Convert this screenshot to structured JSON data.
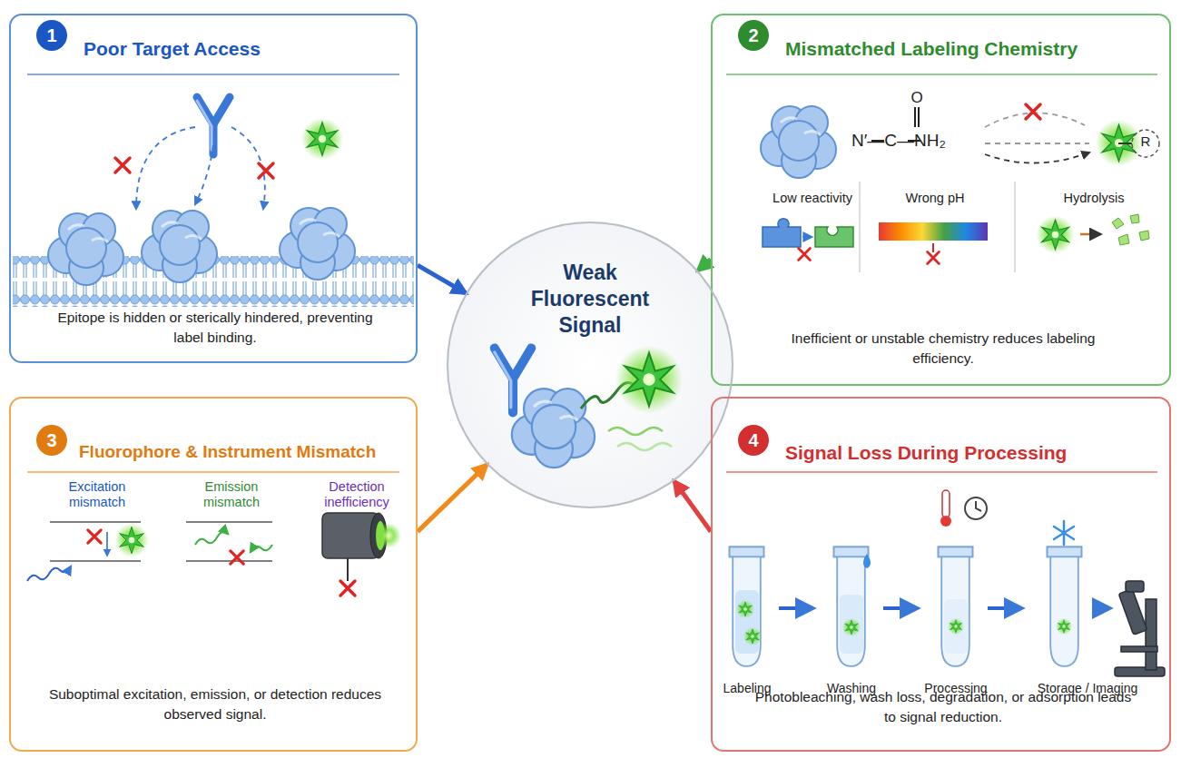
{
  "diagram": {
    "nodes": [
      {
        "text": [
          "Poor Target Access",
          "Epitope is hidden or sterically hindered, preventing label binding."
        ]
      },
      {
        "text": [
          "Mismatched Labeling Chemistry",
          "Inefficient or unstable chemistry reduces labeling efficiency."
        ]
      },
      {
        "text": [
          "Weak Fluorescent Signal"
        ]
      },
      {
        "text": [
          "Fluorophore & Instrument Mismatch",
          "Suboptimal excitation, emission, or detection reduces observed signal."
        ]
      },
      {
        "text": [
          "Signal Loss During Processing",
          "Photobleaching, wash loss, degradation, or adsorption leads to signal reduction."
        ]
      }
    ],
    "edges": [
      {
        "from": 0,
        "to": 2,
        "arrow": "to"
      },
      {
        "from": 1,
        "to": 2,
        "arrow": "to"
      },
      {
        "from": 3,
        "to": 2,
        "arrow": "to"
      },
      {
        "from": 4,
        "to": 2,
        "arrow": "to"
      }
    ],
    "labels": [
      "1",
      "2",
      "3",
      "4",
      "O",
      "N′—C—NH₂",
      "R",
      "Low reactivity",
      "Wrong pH",
      "Hydrolysis",
      "Excitation mismatch",
      "Emission mismatch",
      "Detection inefficiency",
      "Labeling",
      "Washing",
      "Processing",
      "Storage / Imaging"
    ]
  }
}
